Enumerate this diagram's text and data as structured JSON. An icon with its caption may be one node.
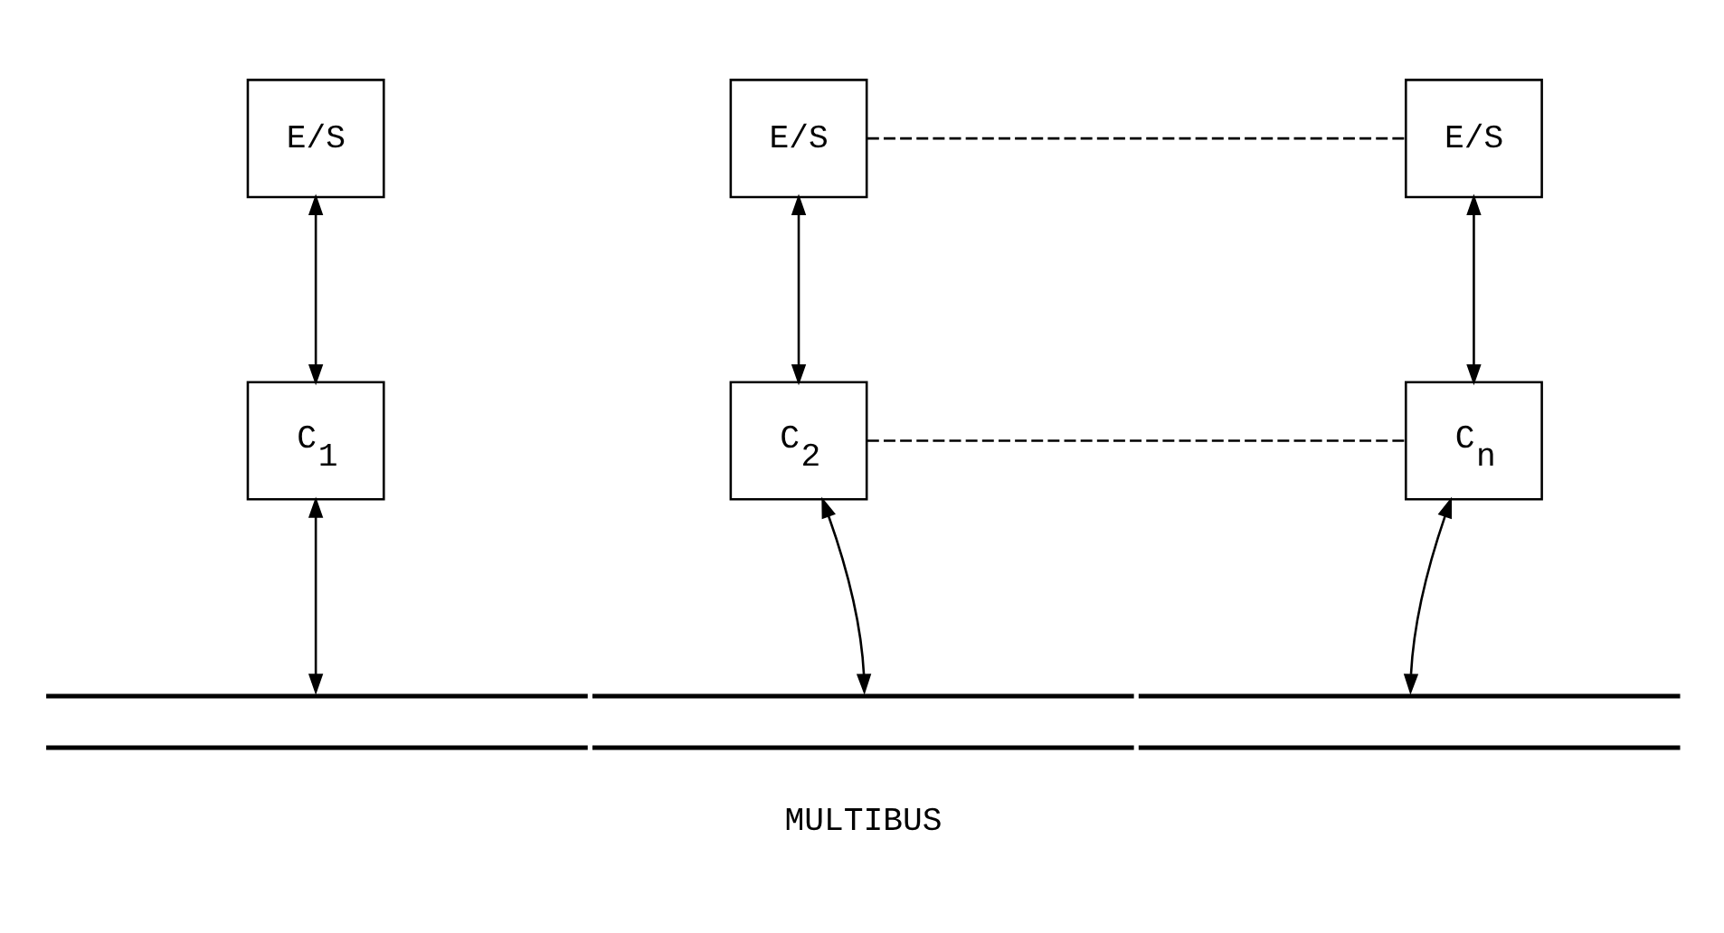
{
  "diagram": {
    "nodes": [
      {
        "text": [
          "E/S"
        ]
      },
      {
        "text": [
          "E/S"
        ]
      },
      {
        "text": [
          "E/S"
        ]
      },
      {
        "text": [
          "C$_{1}$"
        ]
      },
      {
        "text": [
          "C$_{2}$"
        ]
      },
      {
        "text": [
          "C$_{n}$"
        ]
      },
      {
        "text": [
          "MULTIBUS"
        ]
      }
    ],
    "edges": [
      {
        "from": 0,
        "to": 3,
        "arrow": "both"
      },
      {
        "from": 1,
        "to": 4,
        "arrow": "both"
      },
      {
        "from": 2,
        "to": 5,
        "arrow": "both"
      },
      {
        "from": 1,
        "to": 2,
        "arrow": "none",
        "style": "dashed"
      },
      {
        "from": 4,
        "to": 5,
        "arrow": "none",
        "style": "dashed"
      },
      {
        "from": 3,
        "to": 6,
        "arrow": "both"
      },
      {
        "from": 4,
        "to": 6,
        "arrow": "both"
      },
      {
        "from": 5,
        "to": 6,
        "arrow": "both"
      }
    ]
  }
}
